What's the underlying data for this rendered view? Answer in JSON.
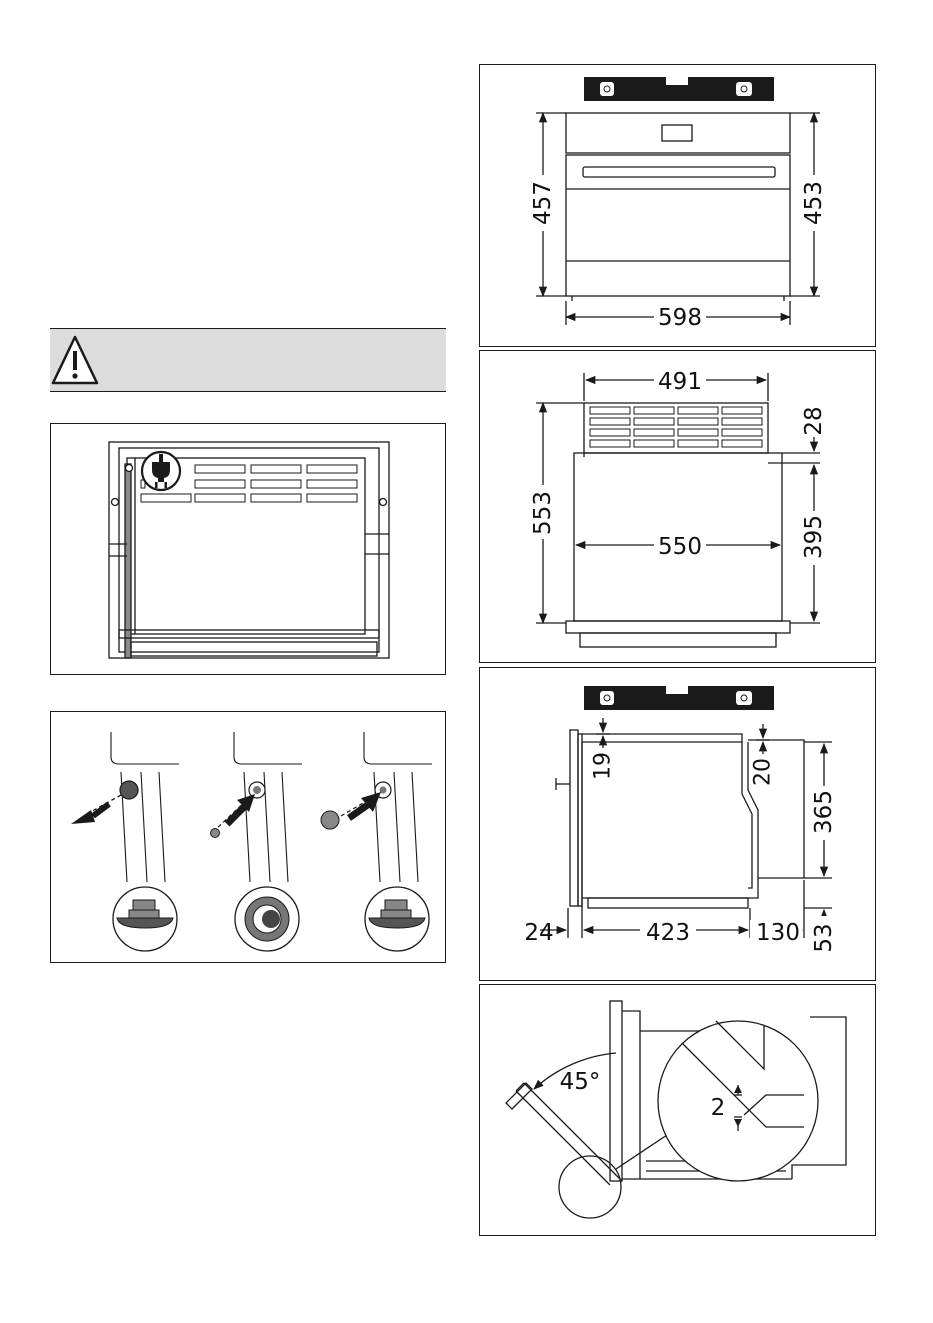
{
  "dimensions": {
    "front_height_left": "457",
    "front_height_right": "453",
    "front_width": "598",
    "top_width": "491",
    "top_depth_total": "553",
    "top_panel_gap": "28",
    "top_body_depth": "395",
    "top_body_width": "550",
    "side_top_gap_front": "19",
    "side_top_gap_rear": "20",
    "side_height": "365",
    "side_front": "24",
    "side_depth": "423",
    "side_rear": "130",
    "side_bottom": "53",
    "door_angle": "45°",
    "door_gap": "2"
  },
  "colors": {
    "line": "#1a1a1a",
    "warning_band": "#dcdcdc",
    "grey_fill": "#8a8a8a",
    "dark_grey": "#555555"
  },
  "icons": [
    "warning-triangle-icon",
    "power-plug-icon",
    "spirit-level-icon",
    "move-arrow-icon"
  ]
}
